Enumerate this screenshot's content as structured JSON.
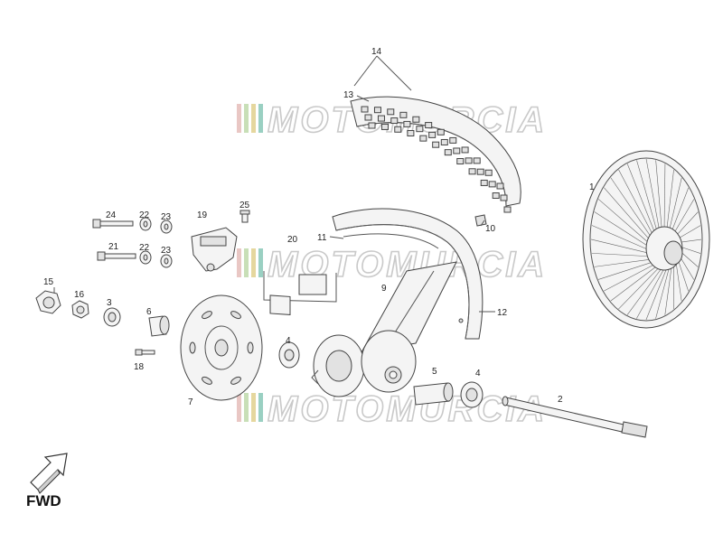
{
  "watermark": {
    "text": "MOTOMURCIA",
    "stripe_colors": [
      "#e9c7c4",
      "#c8dfb7",
      "#e5d79e",
      "#9ad0c2"
    ]
  },
  "fwd": {
    "label": "FWD"
  },
  "callouts": [
    {
      "id": "c1",
      "label": "1"
    },
    {
      "id": "c2",
      "label": "2"
    },
    {
      "id": "c3",
      "label": "3"
    },
    {
      "id": "c4a",
      "label": "4"
    },
    {
      "id": "c4b",
      "label": "4"
    },
    {
      "id": "c5",
      "label": "5"
    },
    {
      "id": "c6",
      "label": "6"
    },
    {
      "id": "c7",
      "label": "7"
    },
    {
      "id": "c9",
      "label": "9"
    },
    {
      "id": "c10",
      "label": "10"
    },
    {
      "id": "c11",
      "label": "11"
    },
    {
      "id": "c12",
      "label": "12"
    },
    {
      "id": "c13",
      "label": "13"
    },
    {
      "id": "c14",
      "label": "14"
    },
    {
      "id": "c15",
      "label": "15"
    },
    {
      "id": "c16",
      "label": "16"
    },
    {
      "id": "c18",
      "label": "18"
    },
    {
      "id": "c19",
      "label": "19"
    },
    {
      "id": "c20",
      "label": "20"
    },
    {
      "id": "c21",
      "label": "21"
    },
    {
      "id": "c22a",
      "label": "22"
    },
    {
      "id": "c22b",
      "label": "22"
    },
    {
      "id": "c23a",
      "label": "23"
    },
    {
      "id": "c23b",
      "label": "23"
    },
    {
      "id": "c24",
      "label": "24"
    },
    {
      "id": "c25",
      "label": "25"
    }
  ]
}
